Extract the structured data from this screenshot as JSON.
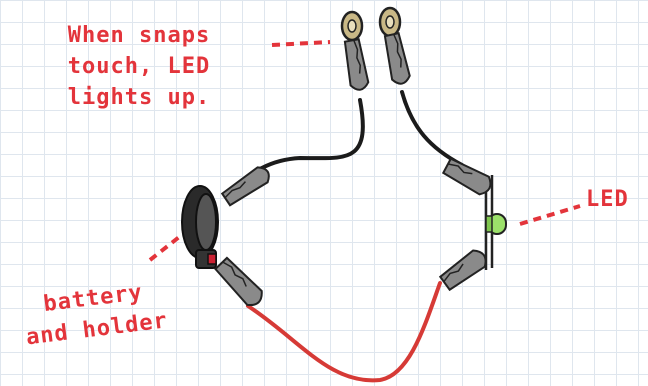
{
  "labels": {
    "snaps": [
      "When snaps",
      "touch, LED",
      "lights up."
    ],
    "led": "LED",
    "battery": [
      "battery",
      "and holder"
    ]
  },
  "colors": {
    "annotation": "#e3343b",
    "grid": "#dfe6ee",
    "black_wire": "#1b1b1b",
    "red_wire": "#d63a36",
    "led": "#9be06a",
    "snap": "#c9b886",
    "clip": "#8a8a8a"
  },
  "icons": [
    "snap-fastener-icon",
    "alligator-clip-icon",
    "battery-holder-icon",
    "led-icon"
  ]
}
